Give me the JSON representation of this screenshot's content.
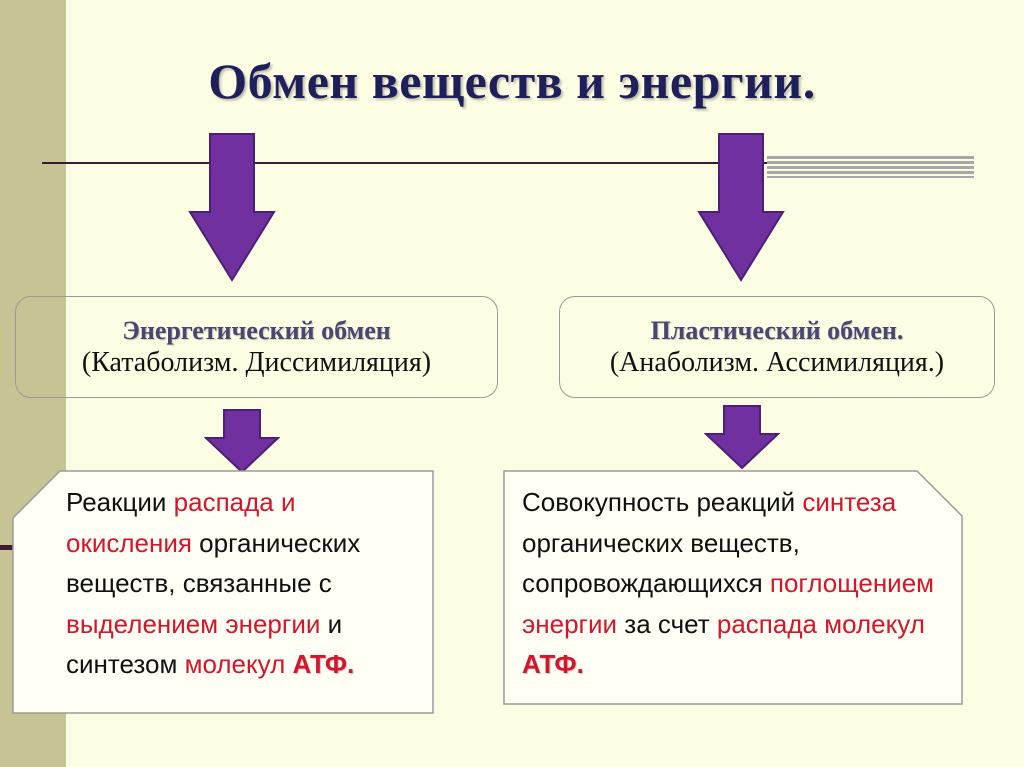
{
  "title": "Обмен веществ и энергии.",
  "colors": {
    "background": "#fdfde3",
    "left_band": "#c6c394",
    "arrow_fill": "#7030a0",
    "title": "#1f1f5c",
    "box_heading": "#4a4673",
    "highlight": "#d4152b"
  },
  "left": {
    "heading": "Энергетический обмен",
    "subheading": "(Катаболизм. Диссимиляция)",
    "description": {
      "p1": "Реакции ",
      "p2": "распада и",
      "p3": "окисления",
      "p4": " органических веществ, связанные с ",
      "p5": "выделением энергии",
      "p6": " и синтезом ",
      "p7": "молекул",
      "p8": "АТФ."
    }
  },
  "right": {
    "heading": "Пластический обмен.",
    "subheading": "(Анаболизм. Ассимиляция.)",
    "description": {
      "p1": "Совокупность реакций ",
      "p2": "синтеза",
      "p3": " органических веществ, сопровождающихся ",
      "p4": "поглощением энергии",
      "p5": " за счет ",
      "p6": "распада молекул",
      "p7": "АТФ."
    }
  }
}
